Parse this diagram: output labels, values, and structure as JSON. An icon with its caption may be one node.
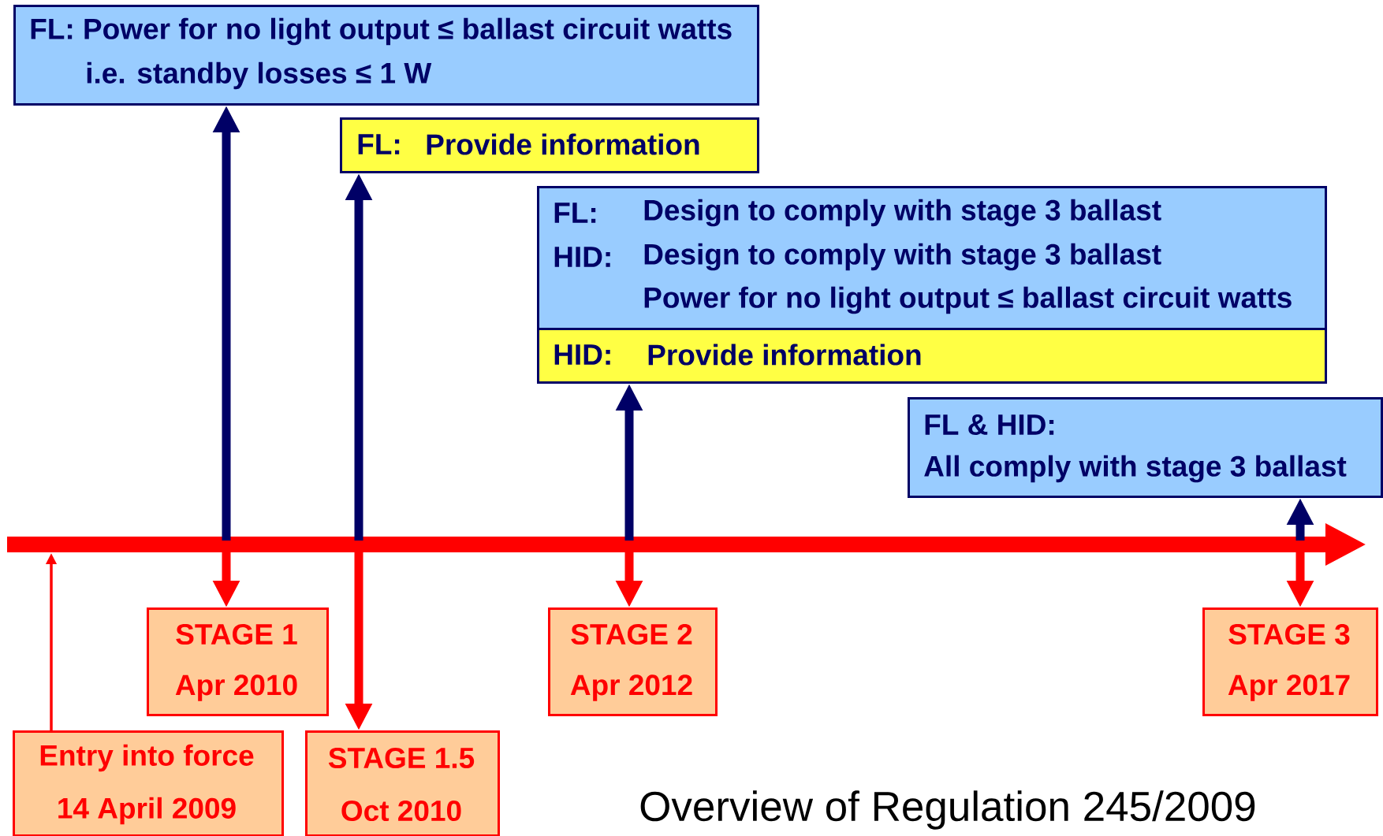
{
  "diagram": {
    "title": "Overview of Regulation 245/2009",
    "nodes": [
      {
        "text": [
          "FL: Power for no light output ≤ ballast circuit watts",
          "i.e. standby losses ≤ 1 W"
        ]
      },
      {
        "text": [
          "FL:",
          "Provide information"
        ]
      },
      {
        "text": [
          "FL:",
          "Design to comply with stage 3 ballast",
          "HID:",
          "Design to comply with stage 3 ballast",
          "Power for no light output ≤ ballast circuit watts"
        ]
      },
      {
        "text": [
          "HID:",
          "Provide information"
        ]
      },
      {
        "text": [
          "FL & HID:",
          "All comply with stage 3 ballast"
        ]
      },
      {
        "text": [
          "STAGE 1",
          "Apr 2010"
        ]
      },
      {
        "text": [
          "Entry into force",
          "14 April 2009"
        ]
      },
      {
        "text": [
          "STAGE 1.5",
          "Oct 2010"
        ]
      },
      {
        "text": [
          "STAGE 2",
          "Apr 2012"
        ]
      },
      {
        "text": [
          "STAGE 3",
          "Apr 2017"
        ]
      }
    ],
    "edges": [
      {
        "from": null,
        "to": 0,
        "arrow": "to",
        "color": "#000066"
      },
      {
        "from": null,
        "to": 5,
        "arrow": "to"
      },
      {
        "from": null,
        "to": 1,
        "arrow": "to",
        "color": "#000066"
      },
      {
        "from": null,
        "to": 7,
        "arrow": "to"
      },
      {
        "from": null,
        "to": 3,
        "arrow": "to",
        "color": "#000066"
      },
      {
        "from": null,
        "to": 8,
        "arrow": "to"
      },
      {
        "from": 6,
        "to": null,
        "arrow": "to"
      },
      {
        "from": null,
        "to": 4,
        "arrow": "to",
        "color": "#000066"
      },
      {
        "from": null,
        "to": 9,
        "arrow": "to"
      }
    ]
  }
}
